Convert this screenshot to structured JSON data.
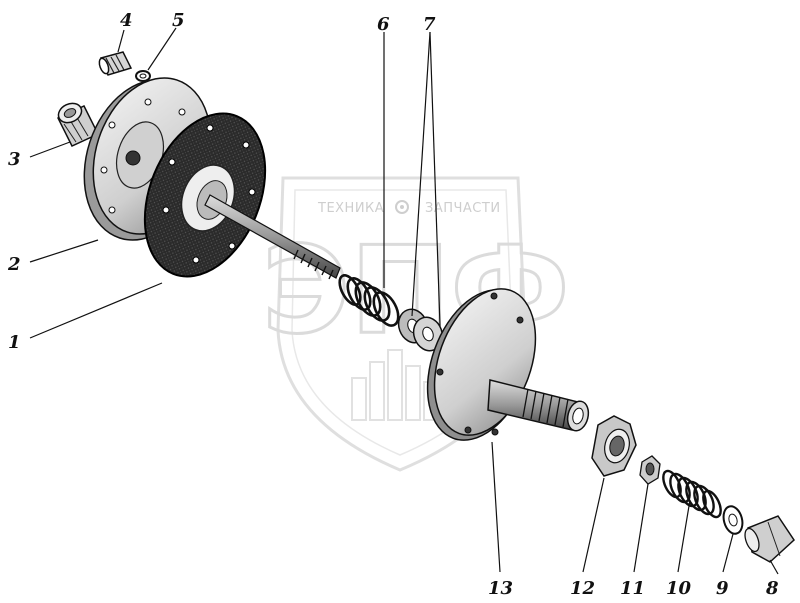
{
  "watermark": {
    "left_word": "ТЕХНИКА",
    "right_word": "ЗАПЧАСТИ",
    "logo_letters": "ЭПФ"
  },
  "callouts": [
    {
      "id": "1",
      "label": "1"
    },
    {
      "id": "2",
      "label": "2"
    },
    {
      "id": "3",
      "label": "3"
    },
    {
      "id": "4",
      "label": "4"
    },
    {
      "id": "5",
      "label": "5"
    },
    {
      "id": "6",
      "label": "6"
    },
    {
      "id": "7",
      "label": "7"
    },
    {
      "id": "8",
      "label": "8"
    },
    {
      "id": "9",
      "label": "9"
    },
    {
      "id": "10",
      "label": "10"
    },
    {
      "id": "11",
      "label": "11"
    },
    {
      "id": "12",
      "label": "12"
    },
    {
      "id": "13",
      "label": "13"
    }
  ]
}
